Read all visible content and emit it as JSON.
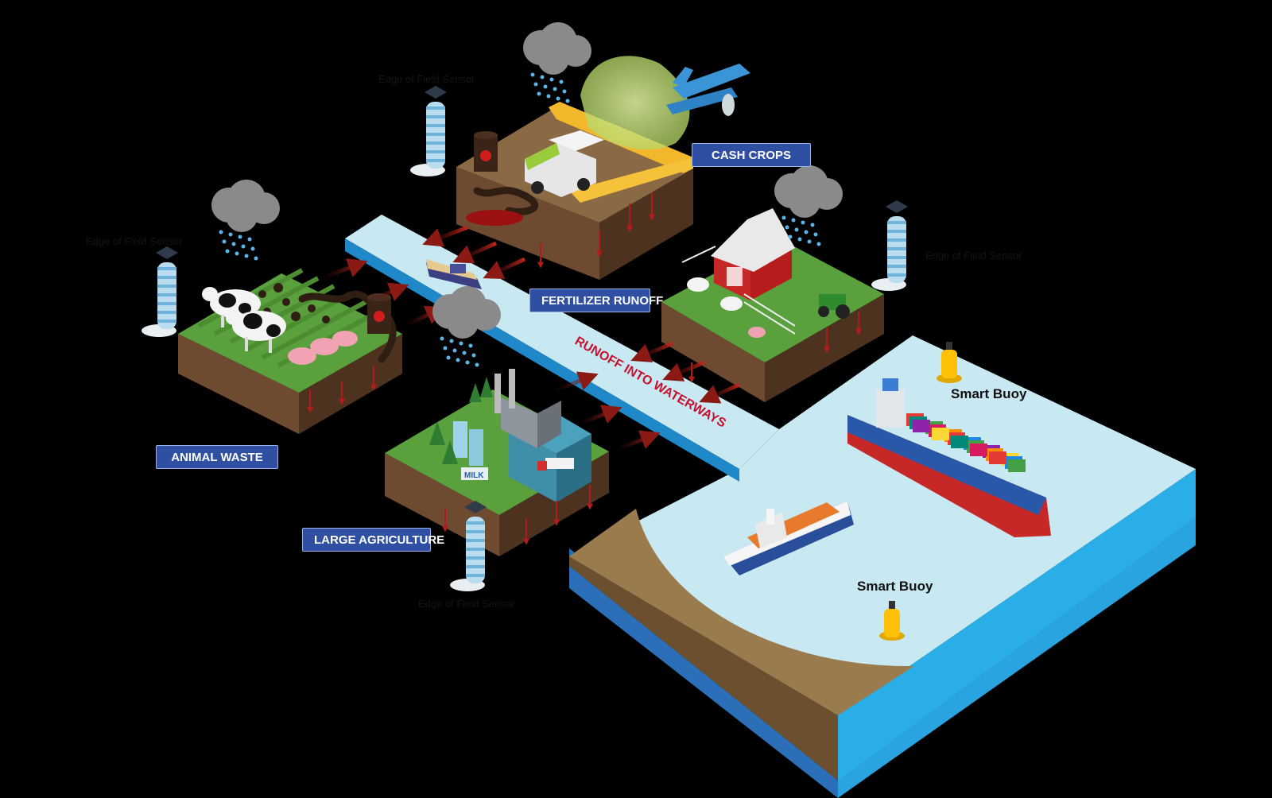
{
  "labels": {
    "cash_crops": "CASH CROPS",
    "fertilizer_runoff": "FERTILIZER RUNOFF",
    "animal_waste": "ANIMAL WASTE",
    "large_agriculture": "LARGE AGRICULTURE",
    "runoff_into_waterways": "RUNOFF INTO WATERWAYS"
  },
  "sensors": {
    "top": "Edge of Field Sensor",
    "left": "Edge of Field Sensor",
    "right": "Edge of Field Sensor",
    "bottom": "Edge of Field Sensor"
  },
  "buoys": {
    "upper": "Smart Buoy",
    "lower": "Smart Buoy"
  },
  "vehicles": {
    "milk_truck": "MILK",
    "dairy_factory": "Dairy factory"
  },
  "colors": {
    "background": "#000000",
    "label_fill": "#2e4fa2",
    "runoff_text": "#c8102e",
    "water_surface": "#c9e9f2",
    "water_side": "#1e88c8",
    "grass": "#5aa03c",
    "soil": "#6e4a30"
  }
}
